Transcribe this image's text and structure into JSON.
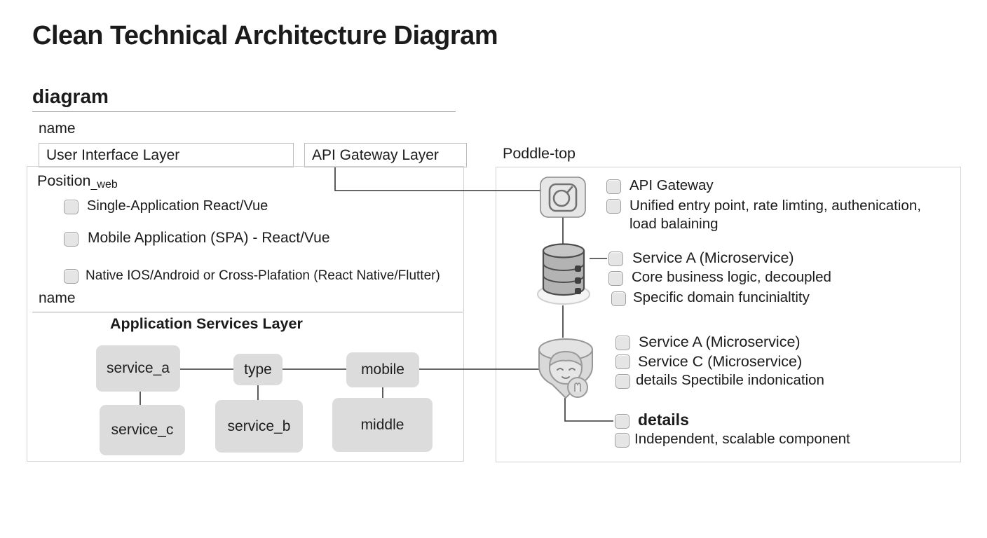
{
  "title": "Clean Technical Architecture Diagram",
  "form": {
    "section": "diagram",
    "name_label_1": "name",
    "field_ui": "User Interface Layer",
    "field_api": "API Gateway Layer",
    "right_title": "Poddle-top"
  },
  "left": {
    "position_label": "Position",
    "position_suffix": "_web",
    "options": [
      "Single-Application React/Vue",
      "Mobile Application (SPA) - React/Vue",
      "Native IOS/Android or Cross-Plafation (React Native/Flutter)"
    ],
    "name_label_2": "name",
    "services_title": "Application Services Layer",
    "nodes": {
      "service_a": "service_a",
      "type": "type",
      "mobile": "mobile",
      "service_c": "service_c",
      "service_b": "service_b",
      "middle": "middle"
    }
  },
  "right": {
    "gateway": {
      "item1": "API Gateway",
      "item2": "Unified entry point, rate limting, authenication, load balaining"
    },
    "database_group": {
      "item1": "Service A (Microservice)",
      "item2": "Core business logic, decoupled",
      "item3": "Specific domain funcinialtity"
    },
    "person_group": {
      "item1": "Service A (Microservice)",
      "item2": "Service C (Microservice)",
      "item3": "details Spectibile indonication"
    },
    "details_group": {
      "item1": "details",
      "item2": "Independent, scalable component"
    }
  },
  "icons": {
    "gateway": "camera-icon",
    "database": "database-icon",
    "user": "person-icon"
  },
  "colors": {
    "node_fill": "#dcdcdc",
    "panel_border": "#d2d2d2",
    "connector": "#333333",
    "checkbox_fill": "#e5e5e5",
    "checkbox_border": "#9e9e9e"
  }
}
